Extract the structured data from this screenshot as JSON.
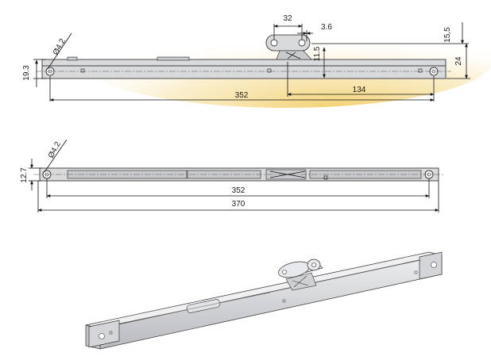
{
  "top_view": {
    "dims": {
      "tab_width": "32",
      "tab_offset": "3.6",
      "hole_diameter": "Ø4.2",
      "overall_height": "19.3",
      "top_height": "15,5",
      "side_height": "24",
      "small_height": "11.5",
      "hole_span": "352",
      "tab_position": "134"
    }
  },
  "side_view": {
    "dims": {
      "hole_diameter": "Ø4.2",
      "height": "12.7",
      "hole_span": "352",
      "overall_length": "370"
    }
  },
  "colors": {
    "glow": "#f5d98a",
    "metal": "#d9dadc",
    "line": "#111111"
  }
}
